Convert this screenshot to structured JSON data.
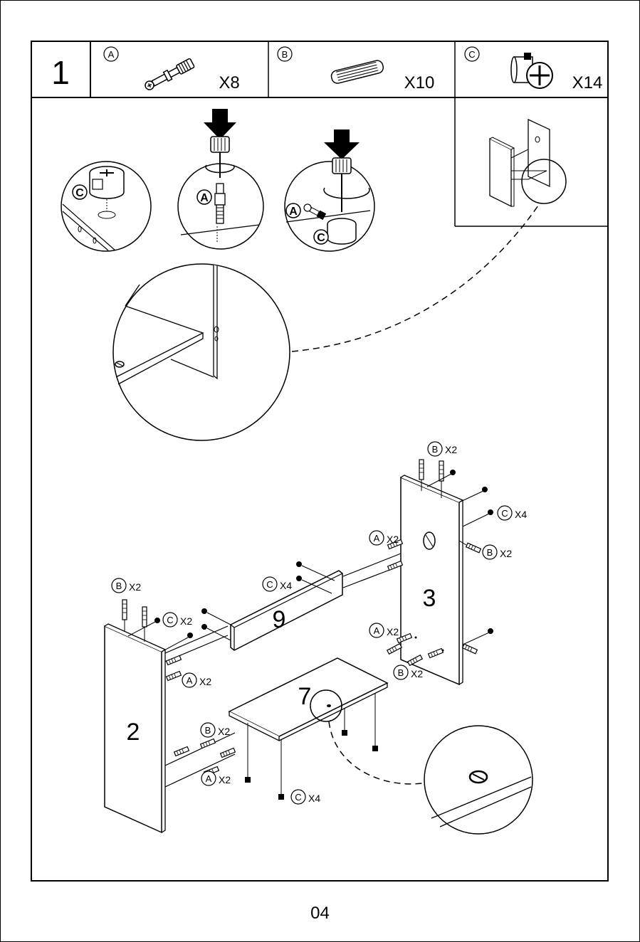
{
  "step": {
    "number": "1"
  },
  "parts": [
    {
      "letter": "A",
      "qty": "X8",
      "icon": "cam-bolt-icon"
    },
    {
      "letter": "B",
      "qty": "X10",
      "icon": "wood-dowel-icon"
    },
    {
      "letter": "C",
      "qty": "X14",
      "icon": "cam-lock-icon"
    }
  ],
  "detail_labels": {
    "c": "C",
    "a": "A"
  },
  "panels": {
    "p2": "2",
    "p3": "3",
    "p7": "7",
    "p9": "9"
  },
  "callouts": [
    {
      "letter": "B",
      "qty": "X2"
    },
    {
      "letter": "C",
      "qty": "X4"
    },
    {
      "letter": "A",
      "qty": "X2"
    },
    {
      "letter": "B",
      "qty": "X2"
    },
    {
      "letter": "A",
      "qty": "X2"
    },
    {
      "letter": "B",
      "qty": "X2"
    },
    {
      "letter": "B",
      "qty": "X2"
    },
    {
      "letter": "C",
      "qty": "X4"
    },
    {
      "letter": "C",
      "qty": "X2"
    },
    {
      "letter": "A",
      "qty": "X2"
    },
    {
      "letter": "B",
      "qty": "X2"
    },
    {
      "letter": "A",
      "qty": "X2"
    },
    {
      "letter": "C",
      "qty": "X4"
    }
  ],
  "page_number": "04"
}
